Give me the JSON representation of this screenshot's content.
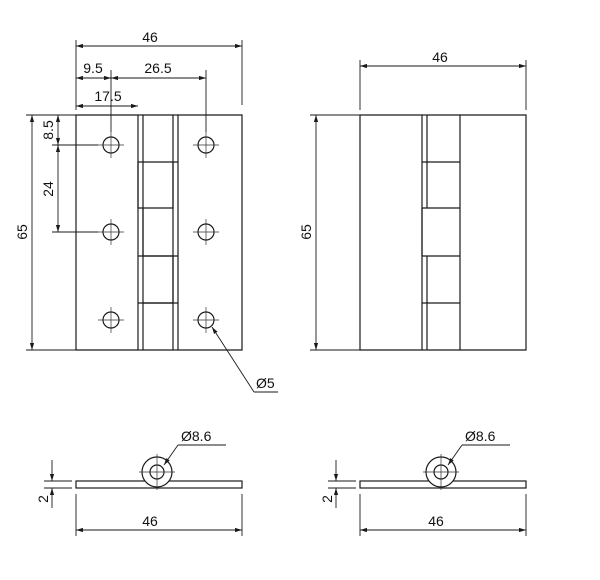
{
  "drawing": {
    "front_view": {
      "width_label": "46",
      "offset_label": "9.5",
      "hole_spacing_x_label": "26.5",
      "hole_offset_label": "17.5",
      "top_offset_label": "8.5",
      "hole_spacing_y_label": "24",
      "height_label": "65",
      "hole_diameter_label": "Ø5"
    },
    "back_view": {
      "width_label": "46",
      "height_label": "65"
    },
    "bottom_left_view": {
      "knuckle_diameter_label": "Ø8.6",
      "thickness_label": "2",
      "width_label": "46"
    },
    "bottom_right_view": {
      "knuckle_diameter_label": "Ø8.6",
      "thickness_label": "2",
      "width_label": "46"
    },
    "colors": {
      "line": "#1a1a1a",
      "background": "#ffffff"
    }
  }
}
